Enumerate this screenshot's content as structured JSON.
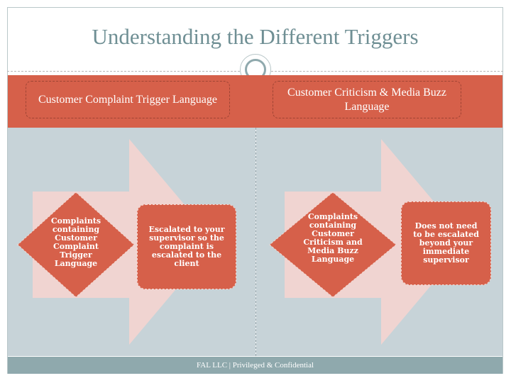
{
  "slide": {
    "title": "Understanding the Different Triggers",
    "footer": "FAL LLC | Privileged & Confidential"
  },
  "columns": [
    {
      "header": "Customer Complaint Trigger Language",
      "condition": "Complaints containing Customer Complaint Trigger Language",
      "outcome": "Escalated to your supervisor so the complaint is escalated to the client"
    },
    {
      "header": "Customer Criticism & Media Buzz Language",
      "condition": "Complaints containing Customer Criticism and Media Buzz Language",
      "outcome": "Does not need to be escalated beyond your immediate supervisor"
    }
  ],
  "colors": {
    "accent_red": "#d6604a",
    "title_teal": "#6f8f94",
    "panel_bg": "#c7d3d8",
    "arrow_fill": "#f0d4d1",
    "footer_bg": "#8fa9ad"
  }
}
